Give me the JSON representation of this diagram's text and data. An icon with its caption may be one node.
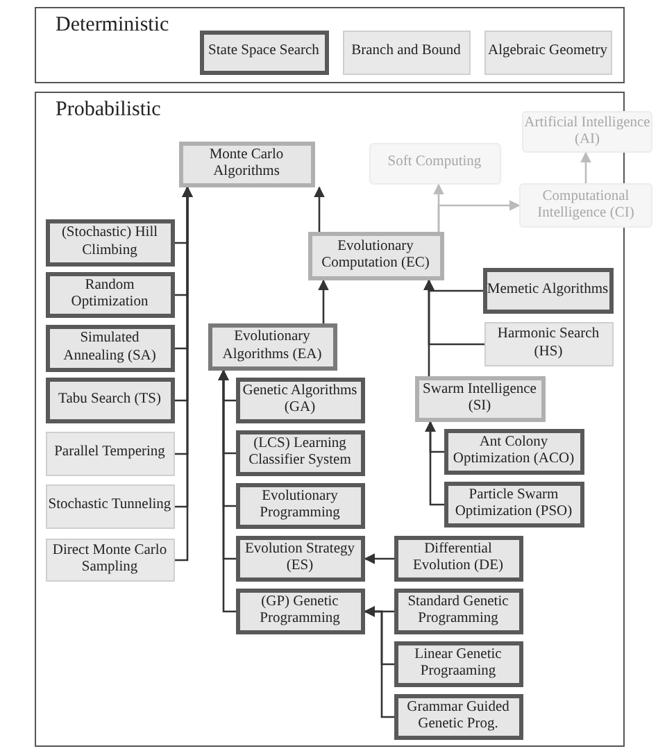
{
  "diagram": {
    "nodes": [
      {
        "text": [
          "Deterministic"
        ]
      },
      {
        "text": [
          "State Space Search"
        ],
        "in": 0
      },
      {
        "text": [
          "Branch and Bound"
        ],
        "in": 0
      },
      {
        "text": [
          "Algebraic Geometry"
        ],
        "in": 0
      },
      {
        "text": [
          "Probabilistic"
        ]
      },
      {
        "text": [
          "Monte Carlo Algorithms"
        ],
        "in": 4
      },
      {
        "text": [
          "Soft Computing"
        ],
        "in": 4
      },
      {
        "text": [
          "Artificial Intelligence (AI)"
        ]
      },
      {
        "text": [
          "Computational Intelligence (CI)"
        ]
      },
      {
        "text": [
          "Evolutionary Computation (EC)"
        ],
        "in": 4
      },
      {
        "text": [
          "(Stochastic) Hill Climbing"
        ],
        "in": 4
      },
      {
        "text": [
          "Random Optimization"
        ],
        "in": 4
      },
      {
        "text": [
          "Simulated Annealing (SA)"
        ],
        "in": 4
      },
      {
        "text": [
          "Tabu Search (TS)"
        ],
        "in": 4
      },
      {
        "text": [
          "Parallel Tempering"
        ],
        "in": 4
      },
      {
        "text": [
          "Stochastic Tunneling"
        ],
        "in": 4
      },
      {
        "text": [
          "Direct Monte Carlo Sampling"
        ],
        "in": 4
      },
      {
        "text": [
          "Evolutionary Algorithms (EA)"
        ],
        "in": 4
      },
      {
        "text": [
          "Memetic Algorithms"
        ],
        "in": 4
      },
      {
        "text": [
          "Harmonic Search (HS)"
        ],
        "in": 4
      },
      {
        "text": [
          "Swarm Intelligence (SI)"
        ],
        "in": 4
      },
      {
        "text": [
          "Genetic Algorithms (GA)"
        ],
        "in": 4
      },
      {
        "text": [
          "(LCS) Learning Classifier System"
        ],
        "in": 4
      },
      {
        "text": [
          "Evolutionary Programming"
        ],
        "in": 4
      },
      {
        "text": [
          "Evolution Strategy (ES)"
        ],
        "in": 4
      },
      {
        "text": [
          "Ant Colony Optimization (ACO)"
        ],
        "in": 4
      },
      {
        "text": [
          "Particle Swarm Optimization (PSO)"
        ],
        "in": 4
      },
      {
        "text": [
          "Differential Evolution (DE)"
        ],
        "in": 4
      },
      {
        "text": [
          "(GP) Genetic Programming"
        ],
        "in": 4
      },
      {
        "text": [
          "Standard Genetic Programming"
        ],
        "in": 4
      },
      {
        "text": [
          "Linear Genetic Prograaming"
        ],
        "in": 4
      },
      {
        "text": [
          "Grammar Guided Genetic Prog."
        ],
        "in": 4
      }
    ],
    "edges": [
      {
        "from": 10,
        "to": 5,
        "arrow": "to"
      },
      {
        "from": 11,
        "to": 5,
        "arrow": "to"
      },
      {
        "from": 12,
        "to": 5,
        "arrow": "to"
      },
      {
        "from": 13,
        "to": 5,
        "arrow": "to"
      },
      {
        "from": 14,
        "to": 5,
        "arrow": "to"
      },
      {
        "from": 15,
        "to": 5,
        "arrow": "to"
      },
      {
        "from": 16,
        "to": 5,
        "arrow": "to"
      },
      {
        "from": 9,
        "to": 5,
        "arrow": "to"
      },
      {
        "from": 9,
        "to": 6,
        "arrow": "to",
        "color": "#bbbbbb"
      },
      {
        "from": 9,
        "to": 8,
        "arrow": "to",
        "color": "#bbbbbb"
      },
      {
        "from": 8,
        "to": 7,
        "arrow": "to",
        "color": "#bbbbbb"
      },
      {
        "from": 17,
        "to": 9,
        "arrow": "to"
      },
      {
        "from": 18,
        "to": 9,
        "arrow": "to"
      },
      {
        "from": 19,
        "to": 9,
        "arrow": "to"
      },
      {
        "from": 20,
        "to": 9,
        "arrow": "to"
      },
      {
        "from": 21,
        "to": 17,
        "arrow": "to"
      },
      {
        "from": 22,
        "to": 17,
        "arrow": "to"
      },
      {
        "from": 23,
        "to": 17,
        "arrow": "to"
      },
      {
        "from": 24,
        "to": 17,
        "arrow": "to"
      },
      {
        "from": 28,
        "to": 17,
        "arrow": "to"
      },
      {
        "from": 25,
        "to": 20,
        "arrow": "to"
      },
      {
        "from": 26,
        "to": 20,
        "arrow": "to"
      },
      {
        "from": 27,
        "to": 24,
        "arrow": "to"
      },
      {
        "from": 29,
        "to": 28,
        "arrow": "to"
      },
      {
        "from": 30,
        "to": 28,
        "arrow": "to"
      },
      {
        "from": 31,
        "to": 28,
        "arrow": "to"
      }
    ]
  }
}
